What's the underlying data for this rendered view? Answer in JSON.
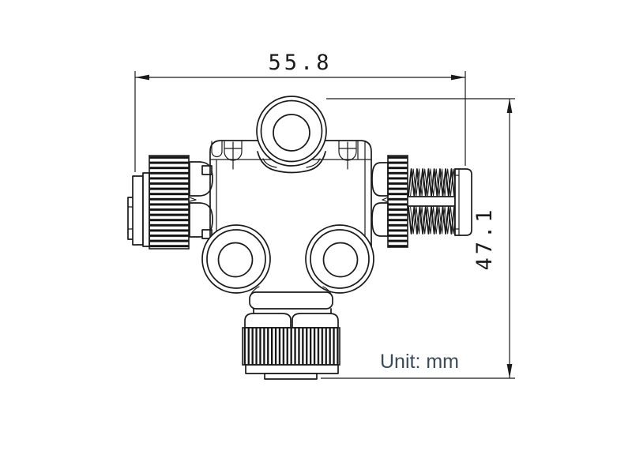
{
  "drawing": {
    "width_dim": "55.8",
    "height_dim": "47.1",
    "unit_label": "Unit: mm",
    "colors": {
      "line": "#1a1a1a",
      "unit_text": "#3a4a57",
      "background": "#ffffff"
    },
    "parts": {
      "body": "junction-body",
      "top_port": "top-circular-port",
      "bottom_ports": "front-circular-ports",
      "left_connector": "left-knurled-female-connector",
      "right_connector": "right-male-threaded-connector",
      "bottom_connector": "bottom-knurled-female-connector"
    }
  }
}
